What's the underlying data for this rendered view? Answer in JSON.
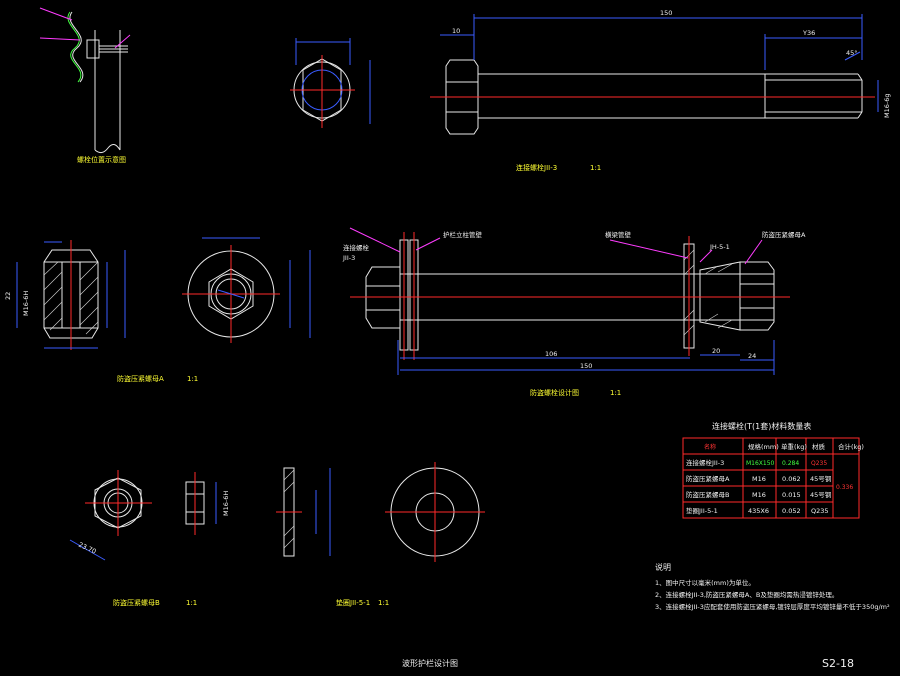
{
  "colors": {
    "background": "#000000",
    "outline": "#e8e8e8",
    "dimension": "#3a5cff",
    "center_line": "#ff2a2a",
    "leader": "#ff3cff",
    "title": "#ffff33",
    "table_border": "#ff2a2a"
  },
  "views": {
    "post_position": {
      "title": "螺栓位置示意图"
    },
    "bolt_m3": {
      "title": "连接螺栓JII-3",
      "scale": "1:1",
      "dim_length": "150",
      "dim_thread": "Y36",
      "dim_head": "10",
      "dim_chamfer": "45°",
      "thread_mark": "M16-6g"
    },
    "anti_theft_nut_a": {
      "title": "防盗压紧螺母A",
      "scale": "1:1",
      "thread_mark": "M16-6H",
      "dim_left": "22"
    },
    "assembly": {
      "title": "防盗螺栓设计图",
      "scale": "1:1",
      "dim_overall": "150",
      "dim_mid": "106",
      "dim_small": "20",
      "dim_right": "24",
      "label_left_1": "连接螺栓",
      "label_left_2": "JII-3",
      "label_mid": "护栏立柱管壁",
      "label_right_1": "横梁管壁",
      "label_right_2": "JH-5-1",
      "label_far_right": "防盗压紧螺母A"
    },
    "anti_theft_nut_b": {
      "title": "防盗压紧螺母B",
      "scale": "1:1",
      "thread_mark": "M16-6H",
      "dim_diag": "23.70"
    },
    "washer": {
      "title": "垫圈JII-5-1",
      "scale": "1:1"
    }
  },
  "table": {
    "title": "连接螺栓(T(1套)材料数量表",
    "headers": [
      "名称",
      "规格(mm)",
      "单重(kg)",
      "材质",
      "合计(kg)"
    ],
    "rows": [
      [
        "连接螺栓JII-3",
        "M16X150",
        "0.284",
        "Q235",
        ""
      ],
      [
        "防盗压紧螺母A",
        "M16",
        "0.062",
        "45号钢",
        ""
      ],
      [
        "防盗压紧螺母B",
        "M16",
        "0.015",
        "45号钢",
        ""
      ],
      [
        "垫圈JII-5-1",
        "435X6",
        "0.052",
        "Q235",
        ""
      ]
    ],
    "total": "0.336"
  },
  "notes": {
    "heading": "说明",
    "items": [
      "1、图中尺寸以毫米(mm)为单位。",
      "2、连接螺栓JII-3,防盗压紧螺母A、B及垫圈均需热浸镀锌处理。",
      "3、连接螺栓JII-3应配套使用防盗压紧螺母,镀锌层厚度平均镀锌量不低于350g/m²"
    ]
  },
  "footer": {
    "sheet_title": "波形护栏设计图",
    "sheet_no": "S2-18"
  }
}
